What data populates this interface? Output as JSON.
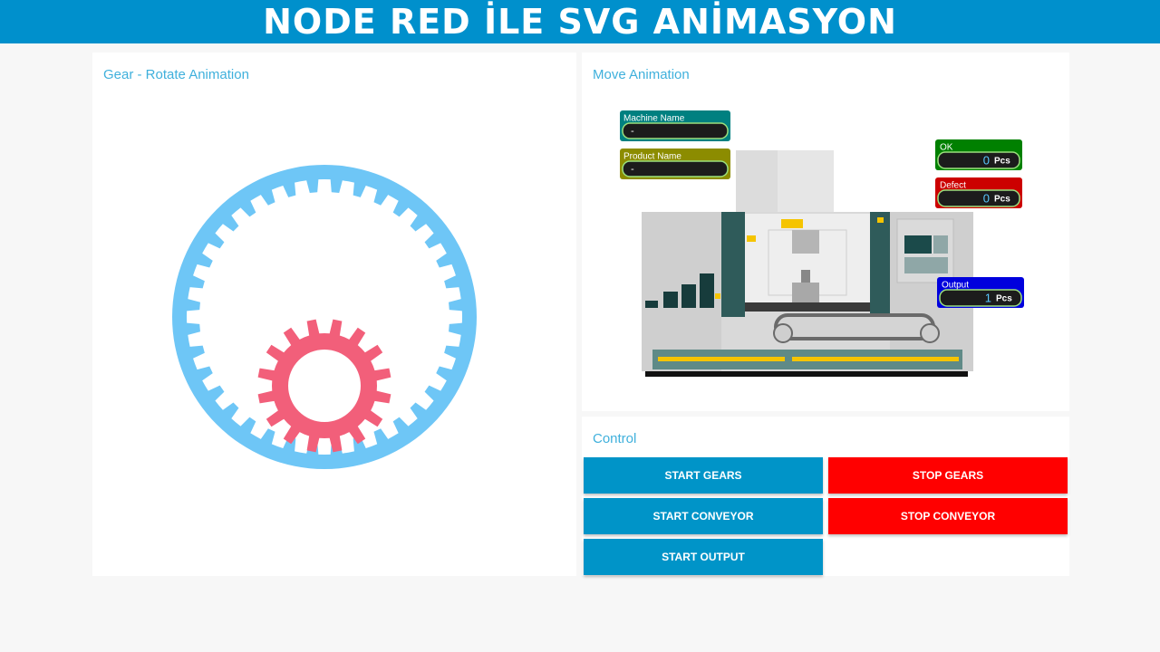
{
  "banner": {
    "title": "NODE RED İLE SVG ANİMASYON"
  },
  "colors": {
    "banner": "#0090cc",
    "accent_text": "#3fb0dc",
    "ring_gear": "#6ec6f6",
    "pinion_gear": "#f25f7a",
    "button_blue": "#0094c8",
    "button_red": "#ff0000"
  },
  "gear_panel": {
    "title": "Gear - Rotate Animation"
  },
  "move_panel": {
    "title": "Move Animation",
    "machine_name": {
      "label": "Machine Name",
      "value": "-"
    },
    "product_name": {
      "label": "Product Name",
      "value": "-"
    },
    "ok": {
      "label": "OK",
      "value": "0",
      "unit": "Pcs"
    },
    "defect": {
      "label": "Defect",
      "value": "0",
      "unit": "Pcs"
    },
    "output": {
      "label": "Output",
      "value": "1",
      "unit": "Pcs"
    }
  },
  "control_panel": {
    "title": "Control",
    "start_gears": "START GEARS",
    "stop_gears": "STOP GEARS",
    "start_conveyor": "START CONVEYOR",
    "stop_conveyor": "STOP CONVEYOR",
    "start_output": "START OUTPUT"
  }
}
